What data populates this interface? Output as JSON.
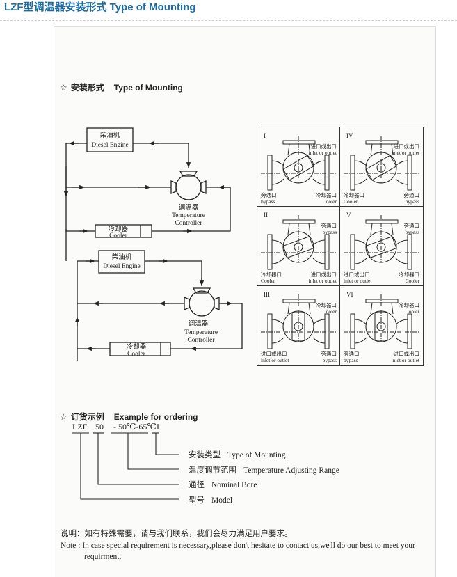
{
  "header": {
    "title": "LZF型调温器安装形式 Type of Mounting"
  },
  "mounting_section": {
    "star": "☆",
    "title_zh": "安装形式",
    "title_en": "Type of Mounting"
  },
  "flow_diagrams": [
    {
      "engine_zh": "柴油机",
      "engine_en": "Diesel Engine",
      "controller_zh": "调温器",
      "controller_en_1": "Temperature",
      "controller_en_2": "Controller",
      "cooler_zh": "冷却器",
      "cooler_en": "Cooler"
    },
    {
      "engine_zh": "柴油机",
      "engine_en": "Diesel Engine",
      "controller_zh": "调温器",
      "controller_en_1": "Temperature",
      "controller_en_2": "Controller",
      "cooler_zh": "冷却器",
      "cooler_en": "Cooler"
    }
  ],
  "mounting_types": [
    {
      "numeral": "I",
      "top_zh": "进口或出口",
      "top_en": "inlet or outlet",
      "left_zh": "旁通口",
      "left_en": "bypass",
      "right_zh": "冷却器口",
      "right_en": "Cooler"
    },
    {
      "numeral": "IV",
      "top_zh": "进口或出口",
      "top_en": "inlet or outlet",
      "left_zh": "冷却器口",
      "left_en": "Cooler",
      "right_zh": "旁通口",
      "right_en": "bypass"
    },
    {
      "numeral": "II",
      "top_zh": "旁通口",
      "top_en": "bypass",
      "left_zh": "冷却器口",
      "left_en": "Cooler",
      "right_zh": "进口或出口",
      "right_en": "inlet or outlet"
    },
    {
      "numeral": "V",
      "top_zh": "旁通口",
      "top_en": "bypass",
      "left_zh": "进口或出口",
      "left_en": "inlet or outlet",
      "right_zh": "冷却器口",
      "right_en": "Cooler"
    },
    {
      "numeral": "III",
      "top_zh": "冷却器口",
      "top_en": "Cooler",
      "left_zh": "进口或出口",
      "left_en": "inlet or outlet",
      "right_zh": "旁通口",
      "right_en": "bypass"
    },
    {
      "numeral": "VI",
      "top_zh": "冷却器口",
      "top_en": "Cooler",
      "left_zh": "旁通口",
      "left_en": "bypass",
      "right_zh": "进口或出口",
      "right_en": "inlet or outlet"
    }
  ],
  "ordering_section": {
    "star": "☆",
    "title_zh": "订货示例",
    "title_en": "Example for ordering",
    "code_parts": [
      "LZF",
      "50",
      "- 50℃-65℃",
      "I"
    ],
    "legend": [
      {
        "zh": "安装类型",
        "en": "Type of Mounting"
      },
      {
        "zh": "温度调节范围",
        "en": "Temperature Adjusting Range"
      },
      {
        "zh": "通径",
        "en": "Nominal Bore"
      },
      {
        "zh": "型号",
        "en": "Model"
      }
    ]
  },
  "note": {
    "zh": "说明：如有特殊需要，请与我们联系，我们会尽力满足用户要求。",
    "en_label": "Note :",
    "en_line1": "In case special requirement is necessary,please don't hesitate to contact us,we'll do our best to meet your",
    "en_line2": "requirment."
  }
}
